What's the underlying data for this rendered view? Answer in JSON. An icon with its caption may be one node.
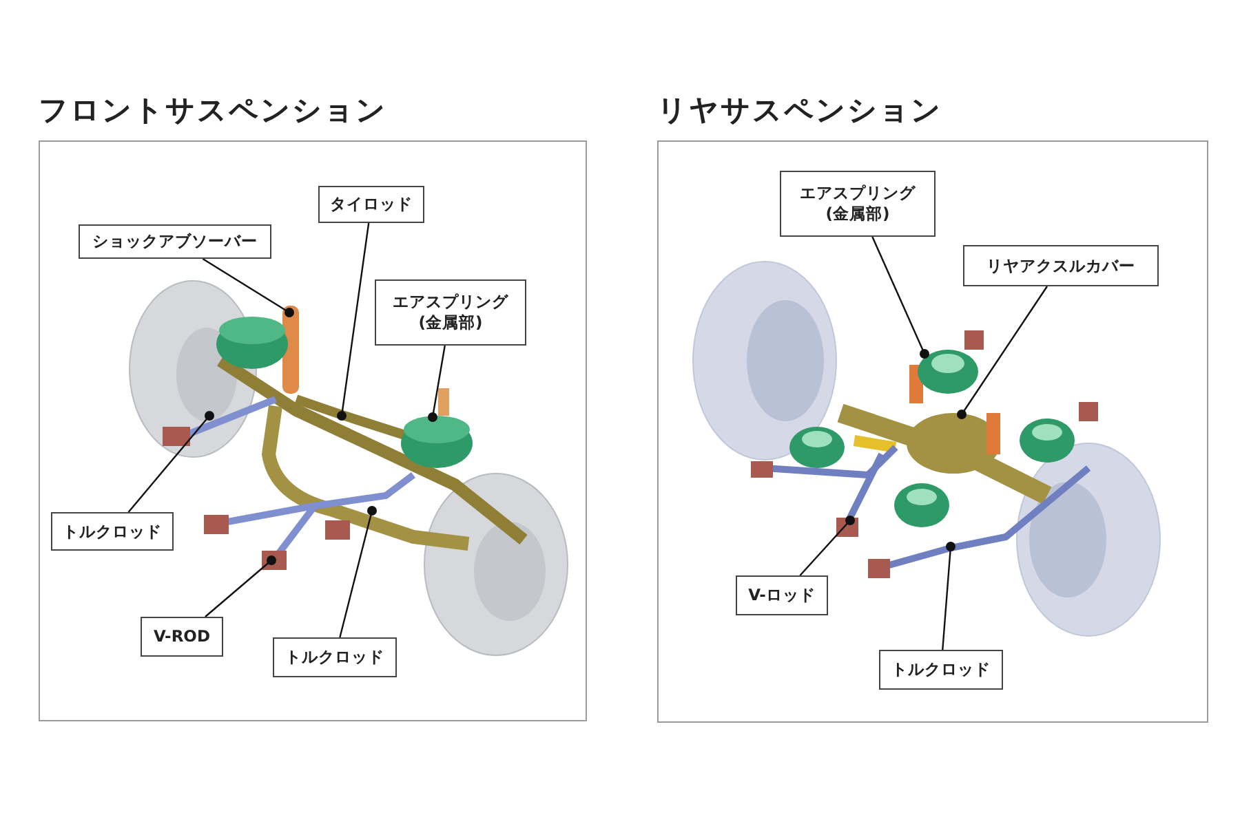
{
  "diagram": {
    "nodes": [
      {
        "text": [
          "フロントサスペンション"
        ]
      },
      {
        "text": [
          "ショックアブソーバー"
        ],
        "in": 0
      },
      {
        "text": [
          "タイロッド"
        ],
        "in": 0
      },
      {
        "text": [
          "エアスプリング (金属部)"
        ],
        "in": 0
      },
      {
        "text": [
          "トルクロッド"
        ],
        "in": 0
      },
      {
        "text": [
          "V-ROD"
        ],
        "in": 0
      },
      {
        "text": [
          "トルクロッド"
        ],
        "in": 0
      },
      {
        "text": [
          "リヤサスペンション"
        ]
      },
      {
        "text": [
          "エアスプリング (金属部)"
        ],
        "in": 7
      },
      {
        "text": [
          "リヤアクスルカバー"
        ],
        "in": 7
      },
      {
        "text": [
          "V-ロッド"
        ],
        "in": 7
      },
      {
        "text": [
          "トルクロッド"
        ],
        "in": 7
      }
    ],
    "edges": [
      {
        "from": 1,
        "to": null,
        "arrow": "other"
      },
      {
        "from": 2,
        "to": null,
        "arrow": "other"
      },
      {
        "from": 3,
        "to": null,
        "arrow": "other"
      },
      {
        "from": 4,
        "to": null,
        "arrow": "other"
      },
      {
        "from": 5,
        "to": null,
        "arrow": "other"
      },
      {
        "from": 6,
        "to": null,
        "arrow": "other"
      },
      {
        "from": 8,
        "to": null,
        "arrow": "other"
      },
      {
        "from": 9,
        "to": null,
        "arrow": "other"
      },
      {
        "from": 10,
        "to": null,
        "arrow": "other"
      },
      {
        "from": 11,
        "to": null,
        "arrow": "other"
      }
    ]
  }
}
